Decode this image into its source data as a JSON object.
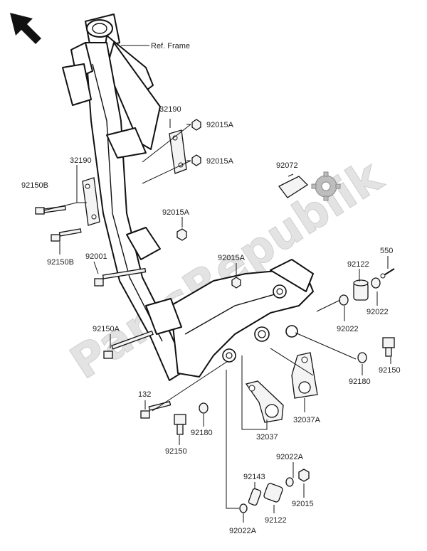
{
  "watermark": "PartsRepublik",
  "ref_label": "Ref. Frame",
  "labels": {
    "l32190a": "32190",
    "l92015a_1": "92015A",
    "l92015a_2": "92015A",
    "l32190b": "32190",
    "l92150b_1": "92150B",
    "l92072": "92072",
    "l92015a_3": "92015A",
    "l92150b_2": "92150B",
    "l92001": "92001",
    "l92015a_4": "92015A",
    "l550": "550",
    "l92122a": "92122",
    "l92022a": "92022",
    "l92022b": "92022",
    "l92150a": "92150A",
    "l92150a_r": "92150",
    "l92180a": "92180",
    "l132": "132",
    "l32037a": "32037A",
    "l32037": "32037",
    "l92180b": "92180",
    "l92150": "92150",
    "l92022a_2": "92022A",
    "l92143": "92143",
    "l92015": "92015",
    "l92122b": "92122",
    "l92022a_3": "92022A"
  }
}
